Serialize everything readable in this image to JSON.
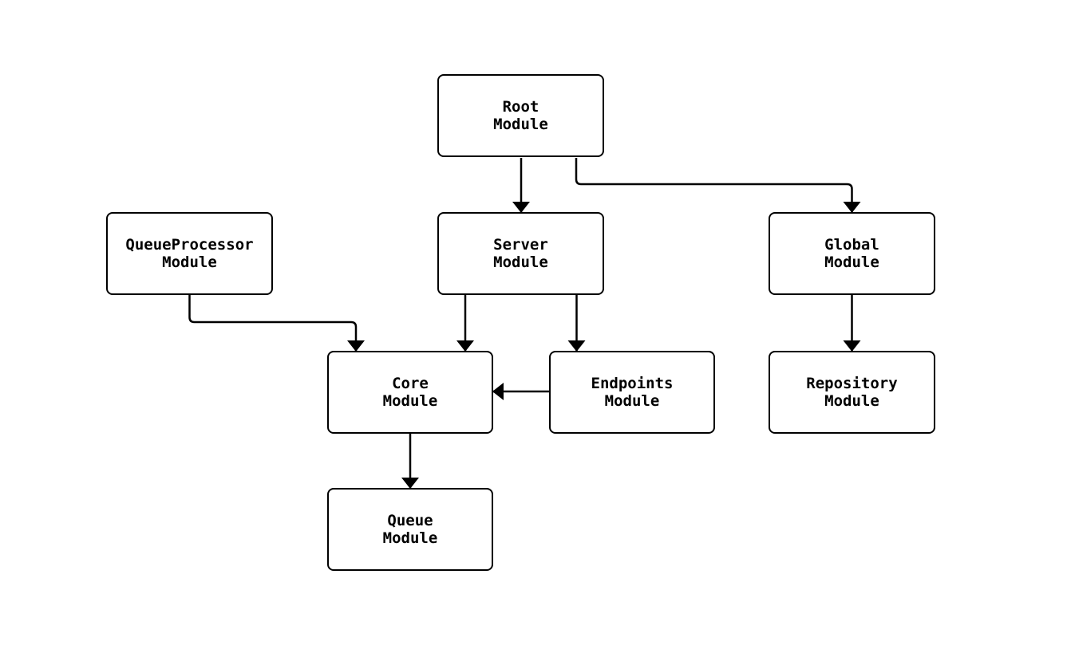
{
  "diagram": {
    "type": "flowchart",
    "direction": "top-down",
    "colors": {
      "background": "#ffffff",
      "node_fill": "#ffffff",
      "stroke": "#000000",
      "text": "#000000"
    },
    "nodes": [
      {
        "id": "root",
        "line1": "Root",
        "line2": "Module"
      },
      {
        "id": "queueprocessor",
        "line1": "QueueProcessor",
        "line2": "Module"
      },
      {
        "id": "server",
        "line1": "Server",
        "line2": "Module"
      },
      {
        "id": "global",
        "line1": "Global",
        "line2": "Module"
      },
      {
        "id": "core",
        "line1": "Core",
        "line2": "Module"
      },
      {
        "id": "endpoints",
        "line1": "Endpoints",
        "line2": "Module"
      },
      {
        "id": "repository",
        "line1": "Repository",
        "line2": "Module"
      },
      {
        "id": "queue",
        "line1": "Queue",
        "line2": "Module"
      }
    ],
    "edges": [
      {
        "from": "root",
        "to": "server"
      },
      {
        "from": "root",
        "to": "global"
      },
      {
        "from": "queueprocessor",
        "to": "core"
      },
      {
        "from": "server",
        "to": "core"
      },
      {
        "from": "server",
        "to": "endpoints"
      },
      {
        "from": "endpoints",
        "to": "core"
      },
      {
        "from": "global",
        "to": "repository"
      },
      {
        "from": "core",
        "to": "queue"
      }
    ]
  }
}
